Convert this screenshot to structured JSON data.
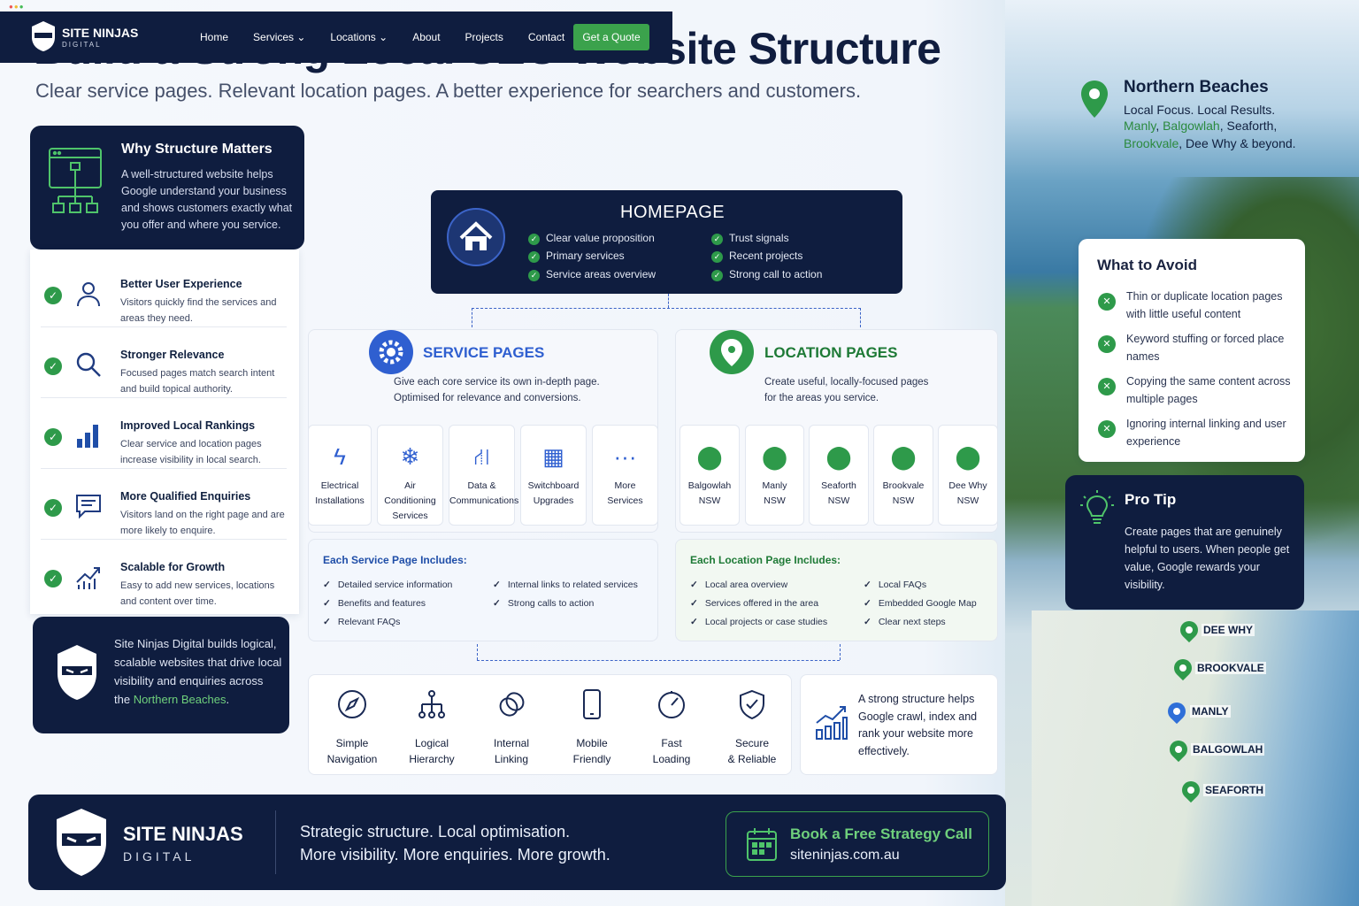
{
  "title": "Build a Strong Local SEO Website Structure",
  "subtitle": "Clear service pages. Relevant location pages. A better experience for searchers and customers.",
  "why": {
    "title": "Why Structure Matters",
    "text": "A well-structured website helps Google understand your business and shows customers exactly what you offer and where you service."
  },
  "benefits": [
    {
      "title": "Better User Experience",
      "desc": "Visitors quickly find the services and areas they need.",
      "icon": "user-icon"
    },
    {
      "title": "Stronger Relevance",
      "desc": "Focused pages match search intent and build topical authority.",
      "icon": "search-icon"
    },
    {
      "title": "Improved Local Rankings",
      "desc": "Clear service and location pages increase visibility in local search.",
      "icon": "bar-chart-icon"
    },
    {
      "title": "More Qualified Enquiries",
      "desc": "Visitors land on the right page and are more likely to enquire.",
      "icon": "chat-icon"
    },
    {
      "title": "Scalable for Growth",
      "desc": "Easy to add new services, locations and content over time.",
      "icon": "growth-chart-icon"
    }
  ],
  "ninja_card": {
    "text_before": "Site Ninjas Digital builds logical, scalable websites that drive local visibility and enquiries across the ",
    "highlight": "Northern Beaches",
    "text_after": "."
  },
  "nav": {
    "brand": "SITE NINJAS",
    "brand_sub": "DIGITAL",
    "links": [
      "Home",
      "Services ⌄",
      "Locations ⌄",
      "About",
      "Projects",
      "Contact"
    ],
    "cta": "Get a Quote"
  },
  "homepage": {
    "title": "HOMEPAGE",
    "left": [
      "Clear value proposition",
      "Primary services",
      "Service areas overview"
    ],
    "right": [
      "Trust signals",
      "Recent projects",
      "Strong call to action"
    ]
  },
  "services": {
    "title": "SERVICE PAGES",
    "desc1": "Give each core service its own in-depth page.",
    "desc2": "Optimised for relevance and conversions.",
    "tiles": [
      {
        "l1": "Electrical",
        "l2": "Installations",
        "icon": "lightning-icon"
      },
      {
        "l1": "Air Conditioning",
        "l2": "Services",
        "icon": "snowflake-icon"
      },
      {
        "l1": "Data &",
        "l2": "Communications",
        "icon": "network-icon"
      },
      {
        "l1": "Switchboard",
        "l2": "Upgrades",
        "icon": "switchboard-icon"
      },
      {
        "l1": "More",
        "l2": "Services",
        "icon": "more-icon"
      }
    ],
    "includes_title": "Each Service Page Includes:",
    "includes_left": [
      "Detailed service information",
      "Benefits and features",
      "Relevant FAQs"
    ],
    "includes_right": [
      "Internal links to related services",
      "Strong calls to action"
    ]
  },
  "locations": {
    "title": "LOCATION PAGES",
    "desc1": "Create useful, locally-focused pages",
    "desc2": "for the areas you service.",
    "tiles": [
      {
        "l1": "Balgowlah",
        "l2": "NSW"
      },
      {
        "l1": "Manly",
        "l2": "NSW"
      },
      {
        "l1": "Seaforth",
        "l2": "NSW"
      },
      {
        "l1": "Brookvale",
        "l2": "NSW"
      },
      {
        "l1": "Dee Why",
        "l2": "NSW"
      }
    ],
    "includes_title": "Each Location Page Includes:",
    "includes_left": [
      "Local area overview",
      "Services offered in the area",
      "Local projects or case studies"
    ],
    "includes_right": [
      "Local FAQs",
      "Embedded Google Map",
      "Clear next steps"
    ]
  },
  "features": [
    {
      "l1": "Simple",
      "l2": "Navigation",
      "icon": "compass-icon"
    },
    {
      "l1": "Logical",
      "l2": "Hierarchy",
      "icon": "hierarchy-icon"
    },
    {
      "l1": "Internal",
      "l2": "Linking",
      "icon": "link-icon"
    },
    {
      "l1": "Mobile",
      "l2": "Friendly",
      "icon": "mobile-icon"
    },
    {
      "l1": "Fast",
      "l2": "Loading",
      "icon": "speedometer-icon"
    },
    {
      "l1": "Secure",
      "l2": "& Reliable",
      "icon": "shield-icon"
    }
  ],
  "crawl_text": "A strong structure helps Google crawl, index and rank your website more effectively.",
  "northern": {
    "title": "Northern Beaches",
    "tagline": "Local Focus. Local Results.",
    "green1": "Manly",
    "green2": "Balgowlah",
    "plain1": ", Seaforth,",
    "green3": "Brookvale",
    "plain2": ", Dee Why & beyond."
  },
  "avoid": {
    "title": "What to Avoid",
    "items": [
      "Thin or duplicate location pages with little useful content",
      "Keyword stuffing or forced place names",
      "Copying the same content across multiple pages",
      "Ignoring internal linking and user experience"
    ]
  },
  "tip": {
    "title": "Pro Tip",
    "text": "Create pages that are genuinely helpful to users. When people get value, Google rewards your visibility."
  },
  "map_labels": [
    "DEE WHY",
    "BROOKVALE",
    "MANLY",
    "BALGOWLAH",
    "SEAFORTH"
  ],
  "footer": {
    "brand": "SITE NINJAS",
    "brand_sub": "DIGITAL",
    "line1": "Strategic structure. Local optimisation.",
    "line2": "More visibility. More enquiries. More growth.",
    "cta_title": "Book a Free Strategy Call",
    "cta_url": "siteninjas.com.au"
  },
  "colors": {
    "navy": "#0f1d3f",
    "green": "#2e9a4a",
    "blue": "#2f5fd0"
  }
}
